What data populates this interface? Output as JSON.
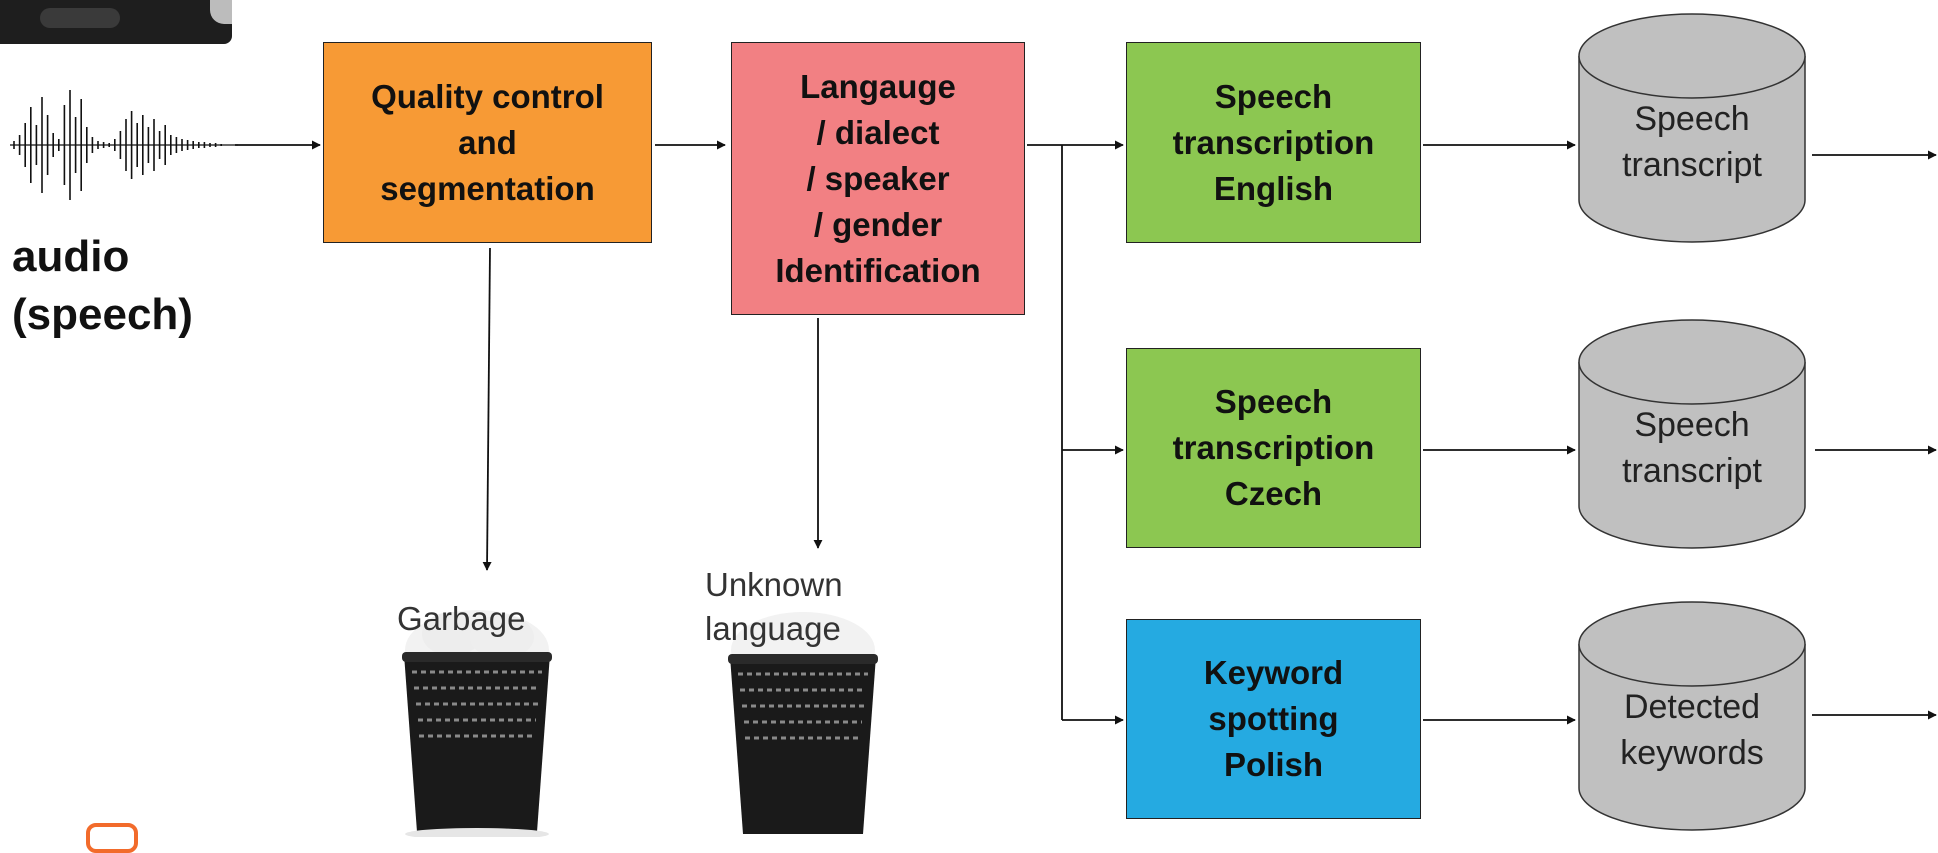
{
  "input": {
    "label": "audio\n(speech)"
  },
  "stages": {
    "quality": "Quality control\nand\nsegmentation",
    "language_id": "Langauge\n/ dialect\n/ speaker\n/ gender\nIdentification"
  },
  "branches": [
    {
      "module": "Speech\ntranscription\nEnglish",
      "output": "Speech\ntranscript",
      "color": "#8cc751"
    },
    {
      "module": "Speech\ntranscription\nCzech",
      "output": "Speech\ntranscript",
      "color": "#8cc751"
    },
    {
      "module": "Keyword\nspotting\nPolish",
      "output": "Detected\nkeywords",
      "color": "#25aae1"
    }
  ],
  "discard": {
    "garbage": "Garbage",
    "unknown": "Unknown\nlanguage"
  },
  "colors": {
    "quality": "#f79a35",
    "language_id": "#f28083",
    "cylinder": "#c0c0c0"
  }
}
